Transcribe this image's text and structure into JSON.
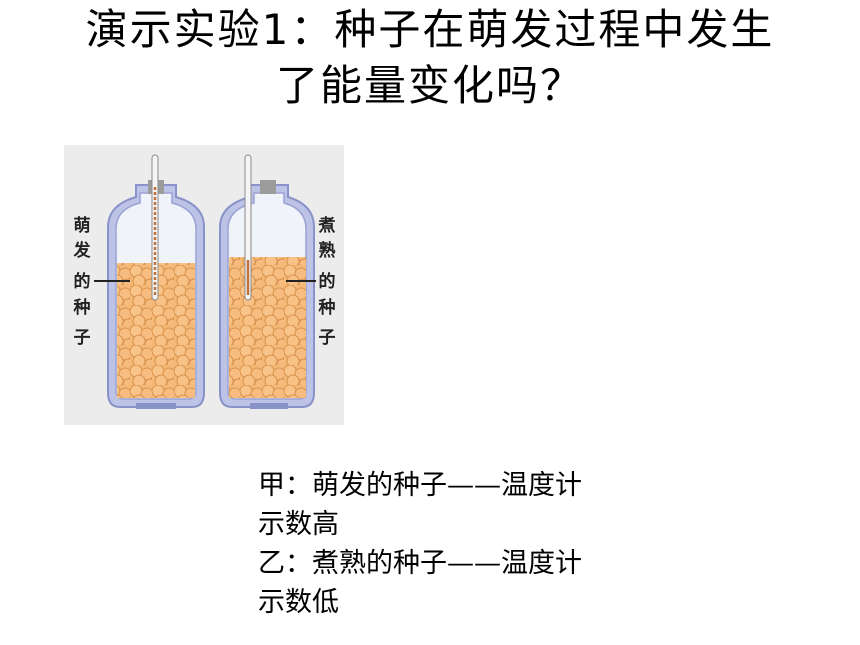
{
  "title": {
    "line1": "演示实验1：种子在萌发过程中发生",
    "line2": "了能量变化吗？"
  },
  "figure": {
    "left_label": [
      "萌",
      "发",
      "的",
      "种",
      "子"
    ],
    "right_label": [
      "煮",
      "熟",
      "的",
      "种",
      "子"
    ]
  },
  "caption": {
    "line1": "甲：萌发的种子——温度计",
    "line2": "示数高",
    "line3": "乙：煮熟的种子——温度计",
    "line4": "示数低"
  }
}
